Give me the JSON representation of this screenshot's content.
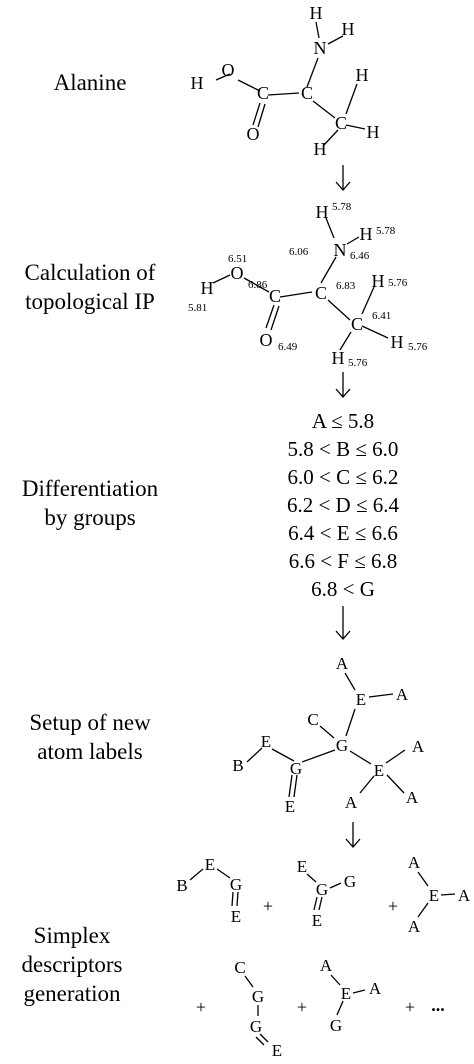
{
  "steps": {
    "s1": "Alanine",
    "s2_l1": "Calculation of",
    "s2_l2": "topological IP",
    "s3_l1": "Differentiation",
    "s3_l2": "by groups",
    "s4_l1": "Setup of new",
    "s4_l2": "atom labels",
    "s5_l1": "Simplex",
    "s5_l2": "descriptors",
    "s5_l3": "generation"
  },
  "molecule_atoms": {
    "H": "H",
    "N": "N",
    "O": "O",
    "C": "C"
  },
  "ip_values": {
    "h_top": "5.78",
    "h_right": "5.78",
    "n": "6.46",
    "ca": "6.06",
    "o_top": "6.51",
    "c_carbonyl": "6.86",
    "c_alpha": "6.83",
    "h_oh": "5.81",
    "o_bottom": "6.49",
    "h_ch3_top": "5.76",
    "c_methyl": "6.41",
    "h_ch3_right": "5.76",
    "h_ch3_bottom": "5.76"
  },
  "groups": [
    "A ≤ 5.8",
    "5.8 < B ≤ 6.0",
    "6.0 < C ≤ 6.2",
    "6.2 < D ≤ 6.4",
    "6.4 < E ≤ 6.6",
    "6.6 < F ≤ 6.8",
    "6.8 < G"
  ],
  "labels": {
    "A": "A",
    "B": "B",
    "C": "C",
    "E": "E",
    "G": "G"
  },
  "symbols": {
    "plus": "+",
    "ellipsis": "..."
  }
}
